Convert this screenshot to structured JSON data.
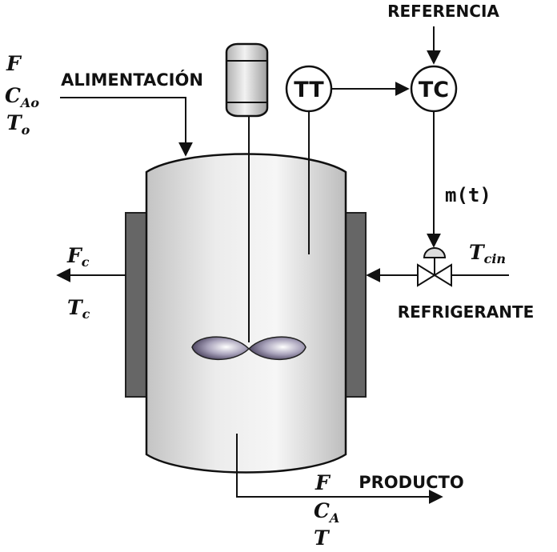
{
  "labels": {
    "referencia": "REFERENCIA",
    "alimentacion": "ALIMENTACIÓN",
    "refrigerante": "REFRIGERANTE",
    "producto": "PRODUCTO",
    "m_t": "m(t)"
  },
  "instruments": {
    "transmitter": "TT",
    "controller": "TC"
  },
  "feed_vars": {
    "flow": "F",
    "conc_main": "C",
    "conc_sub": "Ao",
    "temp_main": "T",
    "temp_sub": "o"
  },
  "coolant_out_vars": {
    "flow_main": "F",
    "flow_sub": "c",
    "temp_main": "T",
    "temp_sub": "c"
  },
  "coolant_in_var": {
    "main": "T",
    "sub": "cin"
  },
  "product_vars": {
    "flow": "F",
    "conc_main": "C",
    "conc_sub": "A",
    "temp": "T"
  },
  "colors": {
    "line": "#111111",
    "jacket": "#666666",
    "impeller": "#6a6480"
  }
}
